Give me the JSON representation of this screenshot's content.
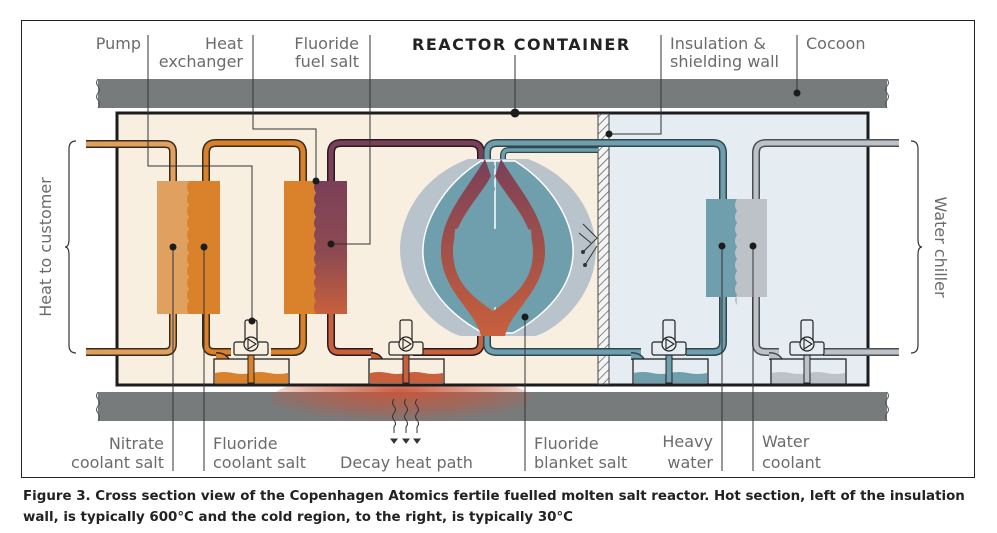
{
  "figure": {
    "title": "REACTOR CONTAINER",
    "labels_top": {
      "pump": "Pump",
      "heat_exchanger_1": "Heat",
      "heat_exchanger_2": "exchanger",
      "fuel_salt_1": "Fluoride",
      "fuel_salt_2": "fuel salt",
      "insulation_1": "Insulation &",
      "insulation_2": "shielding wall",
      "cocoon": "Cocoon"
    },
    "labels_side": {
      "left": "Heat to customer",
      "right": "Water chiller"
    },
    "labels_bottom": {
      "nitrate_1": "Nitrate",
      "nitrate_2": "coolant salt",
      "fluoride_coolant_1": "Fluoride",
      "fluoride_coolant_2": "coolant salt",
      "decay": "Decay heat path",
      "blanket_1": "Fluoride",
      "blanket_2": "blanket salt",
      "heavy_1": "Heavy",
      "heavy_2": "water",
      "water_1": "Water",
      "water_2": "coolant"
    },
    "colors": {
      "hot_zone": "#f8efe1",
      "cold_zone": "#e5edf3",
      "cocoon": "#777b7c",
      "nitrate_salt": "#e0a060",
      "fluoride_coolant": "#d9822b",
      "fuel_salt": "#7a4058",
      "fuel_salt_hot": "#c8603c",
      "blanket_salt": "#6f9eac",
      "heavy_water": "#6f9eac",
      "water_coolant": "#bcc2c8",
      "moderator_outer": "#b9c3cc",
      "decay_glow": "#c9553a"
    }
  },
  "caption": {
    "line1": "Figure 3. Cross section view of the Copenhagen Atomics fertile fuelled molten salt reactor. Hot section, left of the insulation",
    "line2": "wall, is typically 600°C and the cold region, to the right, is typically 30°C"
  }
}
